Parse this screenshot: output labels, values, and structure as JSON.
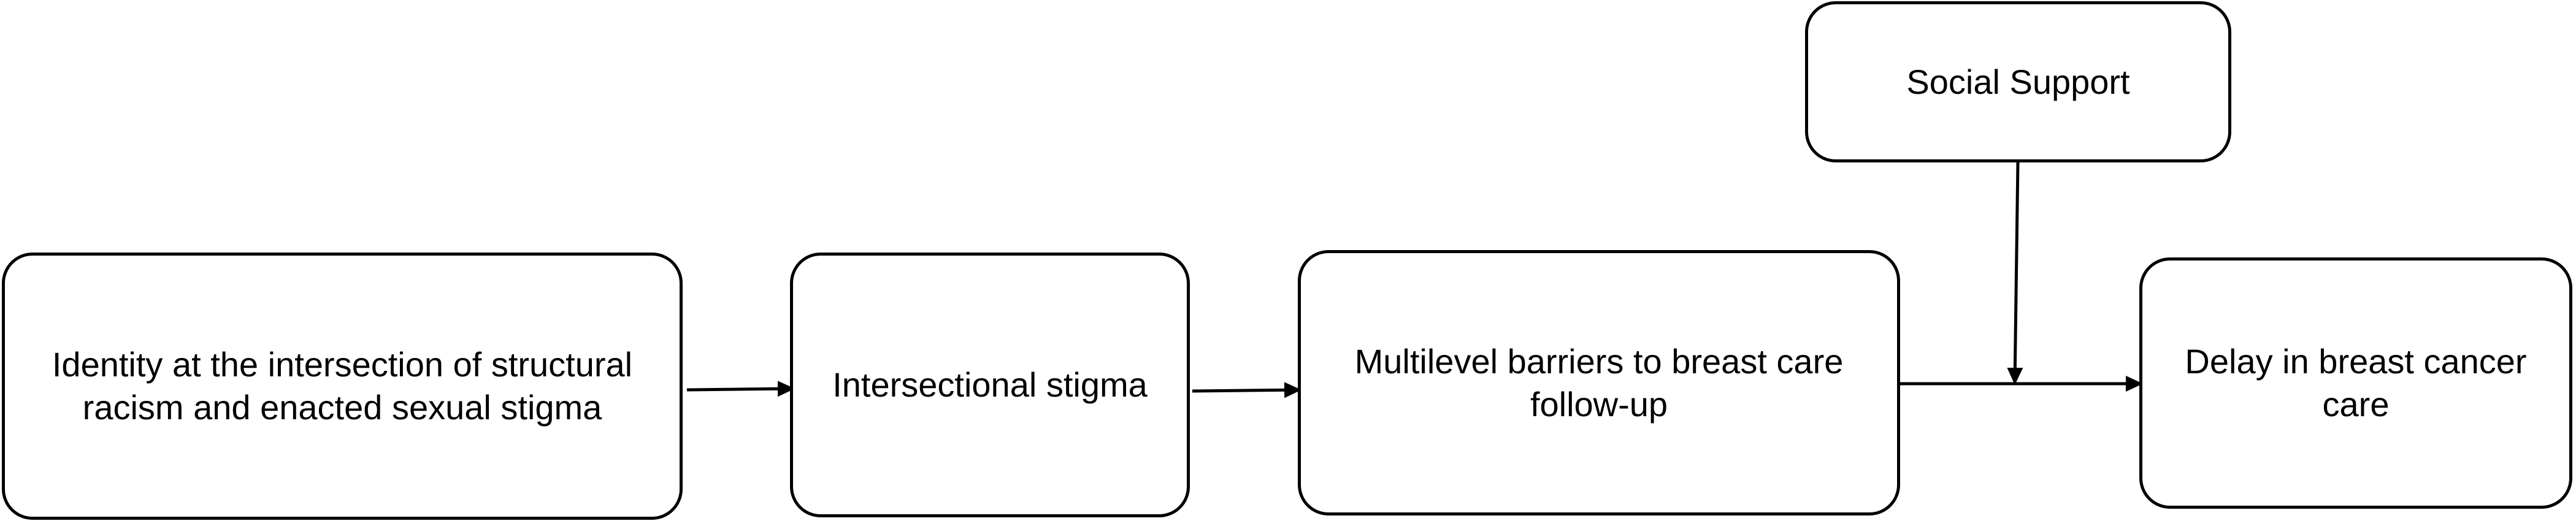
{
  "nodes": {
    "identity": "Identity at the intersection of structural racism and enacted sexual stigma",
    "stigma": "Intersectional stigma",
    "barriers": "Multilevel barriers to breast care follow-up",
    "delay": "Delay in breast cancer care",
    "support": "Social Support"
  },
  "edges": [
    {
      "from": "identity",
      "to": "stigma"
    },
    {
      "from": "stigma",
      "to": "barriers"
    },
    {
      "from": "barriers",
      "to": "delay"
    },
    {
      "from": "support",
      "to": "barriers-delay-link"
    }
  ],
  "colors": {
    "stroke": "#000000",
    "fill": "#ffffff",
    "text": "#000000"
  }
}
